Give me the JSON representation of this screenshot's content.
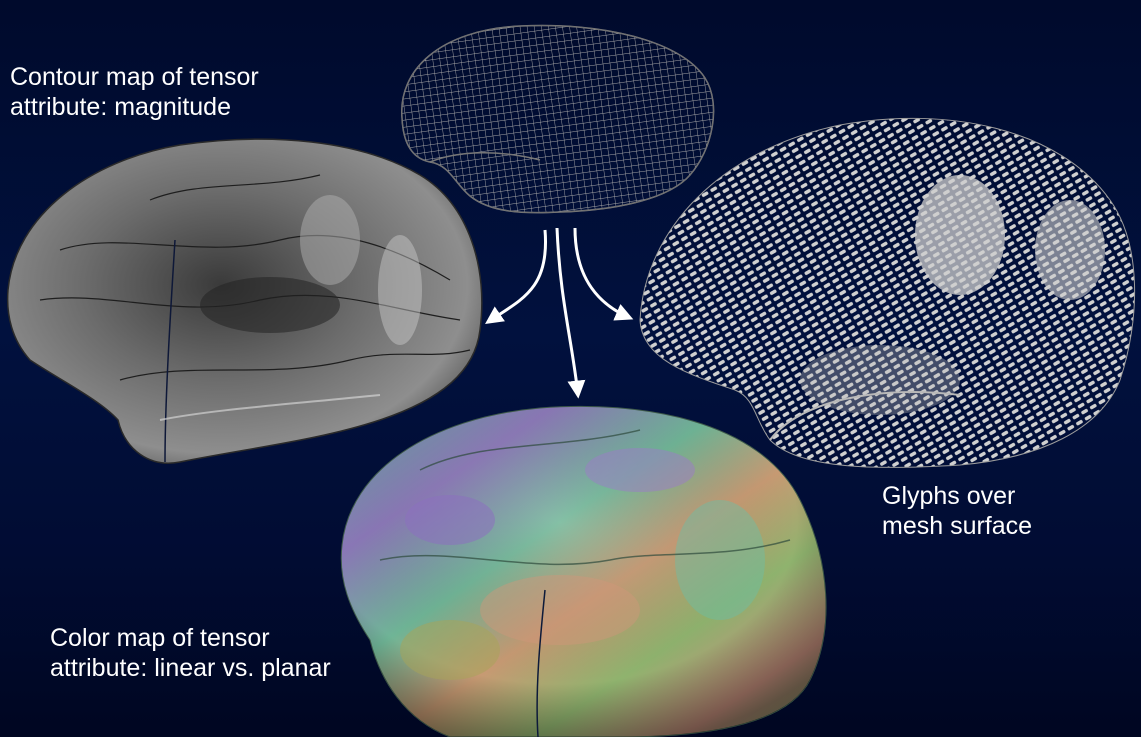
{
  "captions": {
    "contour": [
      "Contour map of tensor",
      "attribute: magnitude"
    ],
    "glyph": [
      "Glyphs over",
      "mesh surface"
    ],
    "color": [
      "Color map of tensor",
      "attribute: linear vs. planar"
    ]
  },
  "colors": {
    "background_top": "#000a2c",
    "background_mid": "#01113e",
    "text": "#ffffff",
    "arrow": "#ffffff",
    "mesh": "#9a9a9a",
    "contour_surface": "#5a5a5a",
    "glyph_surface": "#c8c8c8"
  }
}
